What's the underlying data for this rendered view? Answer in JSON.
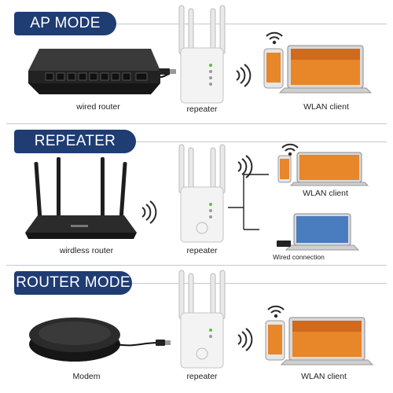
{
  "modes": [
    {
      "title": "AP MODE",
      "captions": {
        "source": "wired router",
        "repeater": "repeater",
        "client": "WLAN client"
      }
    },
    {
      "title": "REPEATER MODE",
      "captions": {
        "source": "wirdless router",
        "repeater": "repeater",
        "client": "WLAN client",
        "wired": "Wired connection"
      }
    },
    {
      "title": "ROUTER MODE",
      "captions": {
        "source": "Modem",
        "repeater": "repeater",
        "client": "WLAN client"
      }
    }
  ],
  "colors": {
    "badge": "#1f3c73",
    "device_dark": "#2b2b2b",
    "repeater_body": "#f3f3f3",
    "wifi_wave": "#2a2a2a",
    "screen_orange": "#e8862a",
    "status_green": "#58c23c"
  }
}
